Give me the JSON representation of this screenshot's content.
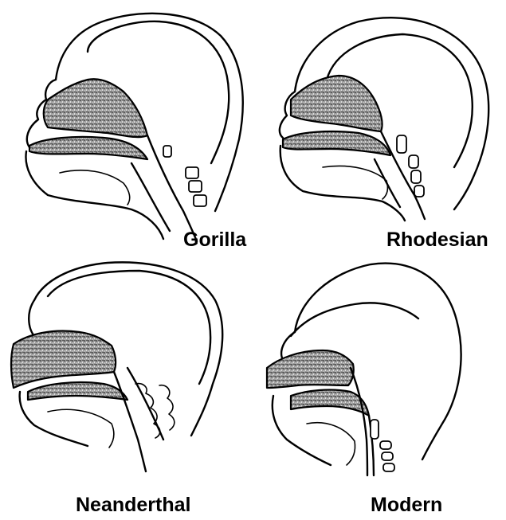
{
  "figure": {
    "panels": [
      {
        "id": "gorilla",
        "label": "Gorilla"
      },
      {
        "id": "rhodesian",
        "label": "Rhodesian"
      },
      {
        "id": "neanderthal",
        "label": "Neanderthal"
      },
      {
        "id": "modern",
        "label": "Modern"
      }
    ]
  },
  "colors": {
    "ink": "#000000",
    "background": "#ffffff"
  }
}
